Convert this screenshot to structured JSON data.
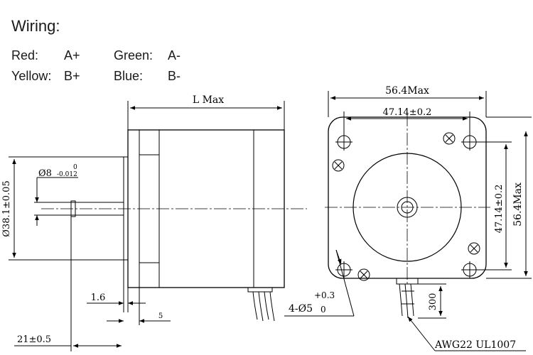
{
  "wiring": {
    "title": "Wiring:",
    "pairs": [
      {
        "color": "Red:",
        "phase": "A+"
      },
      {
        "color": "Green:",
        "phase": "A-"
      },
      {
        "color": "Yellow:",
        "phase": "B+"
      },
      {
        "color": "Blue:",
        "phase": "B-"
      }
    ]
  },
  "side_view": {
    "length_label": "L Max",
    "shaft_dia_label": "Ø8",
    "shaft_tol_upper": "0",
    "shaft_tol_lower": "-0.012",
    "boss_dia_label": "Ø38.1±0.05",
    "boss_height_label": "1.6",
    "flange_thickness_label": "5",
    "shaft_length_label": "21±0.5"
  },
  "front_view": {
    "width_label": "56.4Max",
    "hole_spacing_h_label": "47.14±0.2",
    "hole_spacing_v_label": "47.14±0.2",
    "height_label": "56.4Max",
    "hole_label": "4-Ø5",
    "hole_tol_upper": "+0.3",
    "hole_tol_lower": "0",
    "lead_length_label": "300",
    "wire_spec_label": "AWG22 UL1007"
  }
}
